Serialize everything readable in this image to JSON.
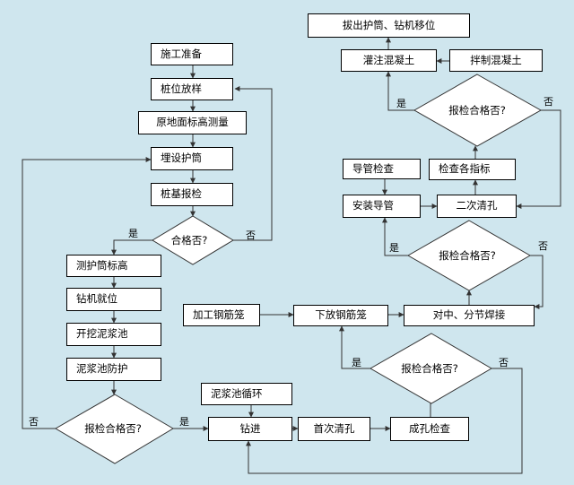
{
  "flowchart": {
    "steps": {
      "construction_prep": "施工准备",
      "pile_layout": "桩位放样",
      "ground_elevation": "原地面标高测量",
      "bury_casing": "埋设护筒",
      "pile_base_inspect": "桩基报检",
      "measure_casing_elev": "测护筒标高",
      "rig_in_place": "钻机就位",
      "dig_mud_pit": "开挖泥浆池",
      "mud_pit_protect": "泥浆池防护",
      "mud_circulation": "泥浆池循环",
      "drilling": "钻进",
      "first_clean": "首次清孔",
      "hole_inspect": "成孔检查",
      "process_rebar": "加工钢筋笼",
      "lower_rebar": "下放钢筋笼",
      "align_weld": "对中、分节焊接",
      "tremie_inspect": "导管检查",
      "install_tremie": "安装导管",
      "check_indices": "检查各指标",
      "second_clean": "二次清孔",
      "pour_concrete": "灌注混凝土",
      "mix_concrete": "拌制混凝土",
      "pull_casing": "拔出护筒、钻机移位"
    },
    "decisions": {
      "qualified": "合格否?",
      "inspect_qualified_1": "报检合格否?",
      "inspect_qualified_2": "报检合格否?",
      "inspect_qualified_3": "报检合格否?",
      "inspect_qualified_4": "报检合格否?"
    },
    "edge_labels": {
      "yes": "是",
      "no": "否"
    }
  }
}
